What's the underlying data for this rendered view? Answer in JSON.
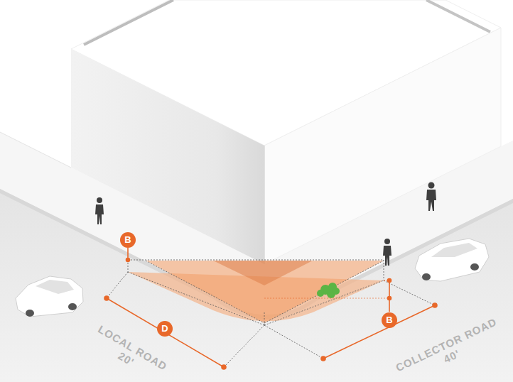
{
  "diagram": {
    "labels": [
      "B",
      "B",
      "D",
      "LOCAL ROAD 20'",
      "COLLECTOR ROAD 40'"
    ]
  }
}
